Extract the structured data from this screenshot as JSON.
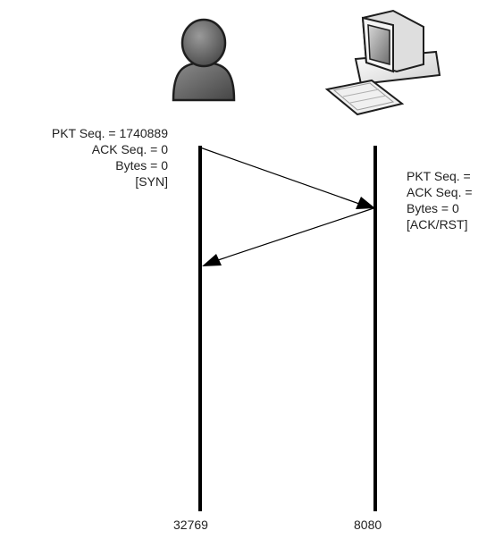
{
  "client": {
    "icon": "user-icon",
    "port": "32769",
    "syn_packet": {
      "pkt_seq": "PKT Seq. = 1740889",
      "ack_seq": "ACK Seq. = 0",
      "bytes": "Bytes = 0",
      "flags": "[SYN]"
    }
  },
  "server": {
    "icon": "computer-icon",
    "port": "8080",
    "ack_rst_packet": {
      "pkt_seq": "PKT Seq. =",
      "ack_seq": "ACK Seq. =",
      "bytes": "Bytes = 0",
      "flags": "[ACK/RST]"
    }
  }
}
